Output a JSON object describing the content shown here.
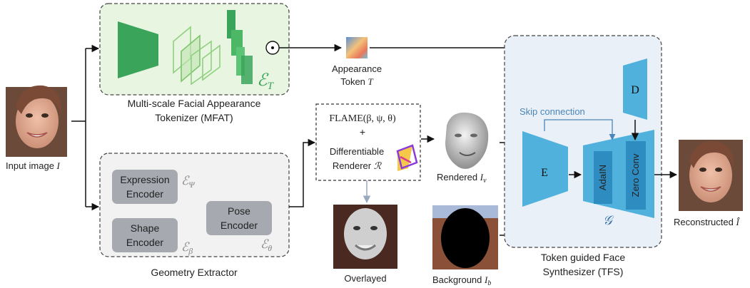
{
  "mfat": {
    "title_line1": "Multi-scale Facial Appearance",
    "title_line2": "Tokenizer (MFAT)",
    "symbol": "ℰ",
    "symbol_sub": "T",
    "odot": "⊙"
  },
  "input": {
    "label": "Input image ",
    "label_math": "I"
  },
  "token": {
    "line1": "Appearance",
    "line2": "Token ",
    "line2_math": "T"
  },
  "geometry": {
    "title": "Geometry Extractor",
    "expression_line1": "Expression",
    "expression_line2": "Encoder",
    "expression_sym": "ℰ",
    "expression_sub": "Ψ",
    "shape_line1": "Shape",
    "shape_line2": "Encoder",
    "shape_sym": "ℰ",
    "shape_sub": "β",
    "pose_line1": "Pose",
    "pose_line2": "Encoder",
    "pose_sym": "ℰ",
    "pose_sub": "θ"
  },
  "flame": {
    "line1": "FLAME(β, ψ, θ)",
    "plus": "+",
    "line3": "Differentiable",
    "line4": "Renderer ",
    "line4_math": "ℛ"
  },
  "rendered": {
    "label": "Rendered ",
    "label_math": "I",
    "label_sub": "v"
  },
  "overlayed": {
    "label": "Overlayed"
  },
  "background": {
    "label": "Background ",
    "label_math": "I",
    "label_sub": "b"
  },
  "tfs": {
    "title_line1": "Token guided Face",
    "title_line2": "Synthesizer (TFS)",
    "encoder": "E",
    "decoder": "D",
    "adain": "AdaIN",
    "zero_conv": "Zero Conv",
    "skip": "Skip connection",
    "generator": "𝒢"
  },
  "output": {
    "label": "Reconstructed ",
    "label_math": "Î"
  },
  "colors": {
    "mfat_fill": "#e8f5e1",
    "green_dark": "#3aa55a",
    "green_light": "#a8dca0",
    "tfs_fill": "#eaf0f7",
    "blue": "#4fb1dc",
    "blue_dark": "#2f8cc0",
    "geo_fill": "#f2f2f2",
    "enc_box": "#a6a9b0"
  }
}
